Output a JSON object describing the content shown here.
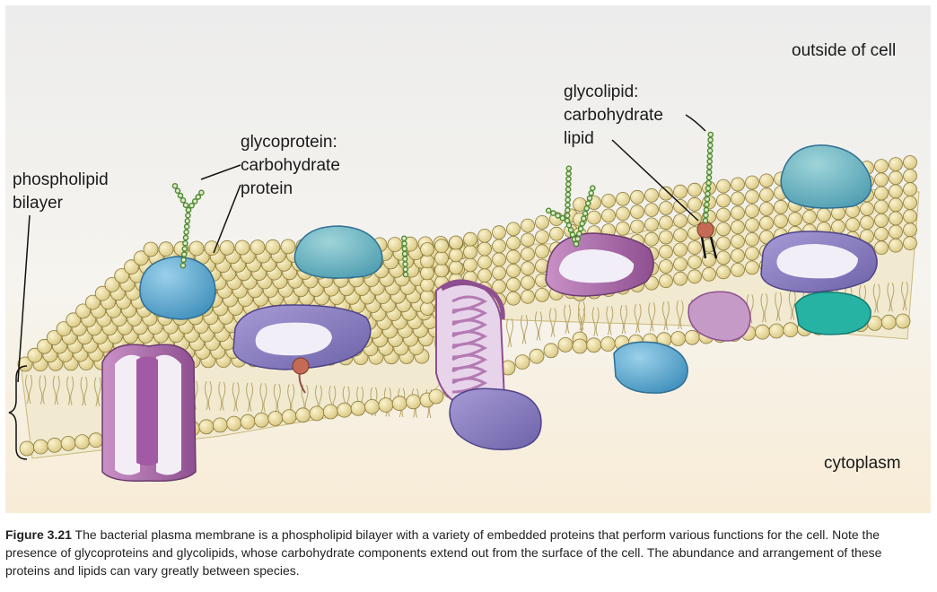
{
  "labels": {
    "outside": "outside of cell",
    "cytoplasm": "cytoplasm",
    "bilayer": [
      "phospholipid",
      "bilayer"
    ],
    "glycoprotein": [
      "glycoprotein:",
      "carbohydrate",
      "protein"
    ],
    "glycolipid": [
      "glycolipid:",
      "carbohydrate",
      "lipid"
    ]
  },
  "caption": {
    "figure_number": "Figure 3.21",
    "text": " The bacterial plasma membrane is a phospholipid bilayer with a variety of embedded proteins that perform various functions for the cell. Note the presence of glycoproteins and glycolipids, whose carbohydrate components extend out from the surface of the cell. The abundance and arrangement of these proteins and lipids can vary greatly between species."
  },
  "colors": {
    "head": "#e3d59a",
    "head_stroke": "#8a7a3a",
    "protein_blue": "#5aa9cf",
    "protein_purple": "#8f84c4",
    "protein_pink": "#b77bb5",
    "protein_teal": "#2bb5a6",
    "sugar": "#4d8a32"
  }
}
